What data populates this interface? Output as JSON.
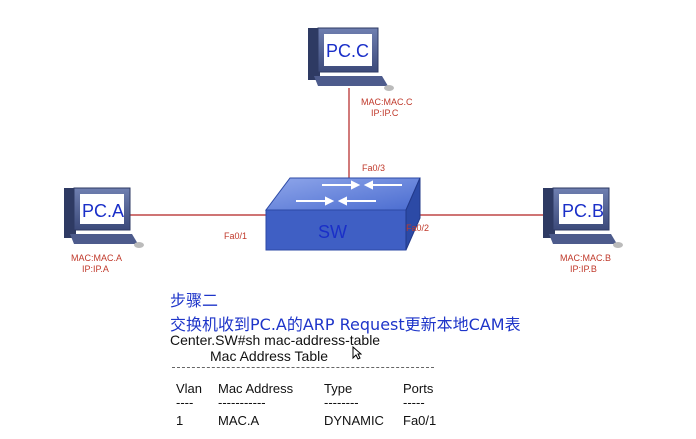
{
  "pcs": {
    "pc_a": {
      "name": "PC.A",
      "mac": "MAC:MAC.A",
      "ip": "IP:IP.A"
    },
    "pc_b": {
      "name": "PC.B",
      "mac": "MAC:MAC.B",
      "ip": "IP:IP.B"
    },
    "pc_c": {
      "name": "PC.C",
      "mac": "MAC:MAC.C",
      "ip": "IP:IP.C"
    }
  },
  "switch": {
    "name": "SW"
  },
  "ports": {
    "left": "Fa0/1",
    "right": "Fa0/2",
    "top": "Fa0/3"
  },
  "step": {
    "title": "步骤二",
    "description": "交换机收到PC.A的ARP Request更新本地CAM表"
  },
  "cli": {
    "command": "Center.SW#sh mac-address-table",
    "table_title": "Mac Address Table",
    "headers": [
      "Vlan",
      "Mac Address",
      "Type",
      "Ports"
    ],
    "underlines": [
      "----",
      "-----------",
      "--------",
      "-----"
    ],
    "rows": [
      [
        "1",
        "MAC.A",
        "DYNAMIC",
        "Fa0/1"
      ]
    ]
  },
  "colors": {
    "accent_text": "#1e35c9",
    "link_line": "#b22222",
    "switch_top": "#5b7fd6",
    "switch_side": "#2c4aa6"
  }
}
